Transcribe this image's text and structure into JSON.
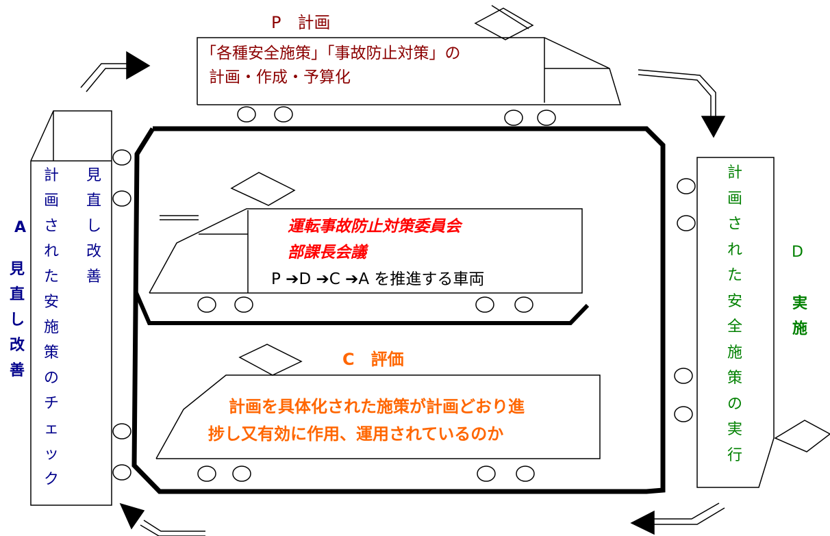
{
  "plan": {
    "heading": "P　計画",
    "line1": "「各種安全施策」「事故防止対策」の",
    "line2": "計画・作成・予算化"
  },
  "do": {
    "side_letter": "D",
    "side_label": "実施",
    "vertical_text": "計画された安全施策の実行"
  },
  "check": {
    "heading": "C　評価",
    "line1": "計画を具体化された施策が計画どおり進",
    "line2": "捗し又有効に作用、運用されているのか"
  },
  "act": {
    "side_letter": "A",
    "side_label": "見直し改善",
    "vertical_text_a": "見直し改善",
    "vertical_text_b": "計画された安施策のチェック"
  },
  "center": {
    "line1": "運転事故防止対策委員会",
    "line2": "部課長会議",
    "line3": "P ➔D ➔C ➔A を推進する車両"
  },
  "colors": {
    "plan": "#8b0000",
    "do": "#008000",
    "check": "#ff6600",
    "act": "#00008b",
    "committee": "#ff0000"
  }
}
